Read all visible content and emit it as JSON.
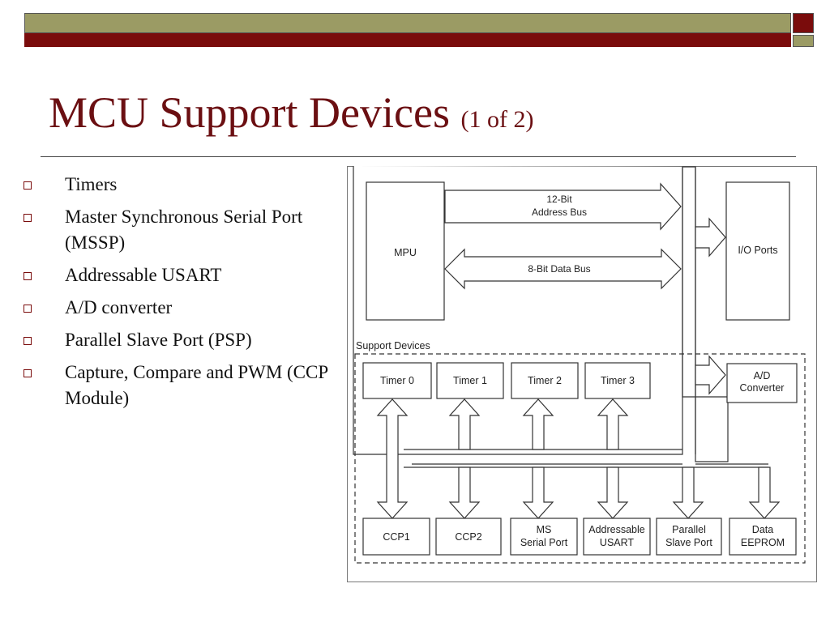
{
  "slide": {
    "title": "MCU Support Devices",
    "title_sub": "(1 of 2)",
    "bullets": [
      "Timers",
      "Master Synchronous Serial Port (MSSP)",
      "Addressable USART",
      "A/D converter",
      "Parallel Slave Port (PSP)",
      "Capture, Compare and PWM (CCP Module)"
    ]
  },
  "diagram": {
    "mpu_label": "MPU",
    "io_ports_label": "I/O Ports",
    "address_bus": [
      "12-Bit",
      "Address Bus"
    ],
    "data_bus_label": "8-Bit Data Bus",
    "support_devices_label": "Support Devices",
    "ad_converter": [
      "A/D",
      "Converter"
    ],
    "timers": [
      "Timer 0",
      "Timer 1",
      "Timer 2",
      "Timer 3"
    ],
    "peripherals": [
      [
        "CCP1"
      ],
      [
        "CCP2"
      ],
      [
        "MS",
        "Serial Port"
      ],
      [
        "Addressable",
        "USART"
      ],
      [
        "Parallel",
        "Slave Port"
      ],
      [
        "Data",
        "EEPROM"
      ]
    ]
  },
  "colors": {
    "title": "#6b0f12",
    "banner_olive": "#9b9b64",
    "banner_maroon": "#7a0c0c"
  }
}
